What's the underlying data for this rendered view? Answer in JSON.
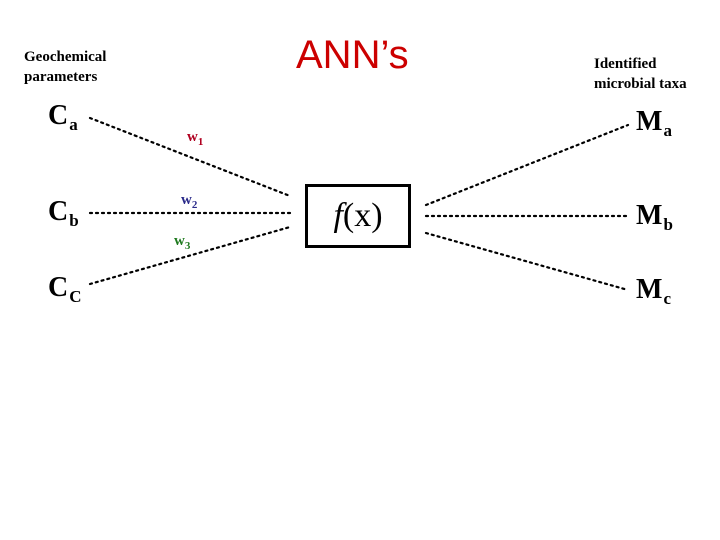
{
  "title": "ANN’s",
  "inputs_header": [
    "Geochemical",
    "parameters"
  ],
  "outputs_header": [
    "Identified",
    "microbial taxa"
  ],
  "inputs": [
    {
      "base": "C",
      "sub": "a"
    },
    {
      "base": "C",
      "sub": "b"
    },
    {
      "base": "C",
      "sub": "C"
    }
  ],
  "weights": [
    {
      "base": "w",
      "sub": "1",
      "color": "#b00020"
    },
    {
      "base": "w",
      "sub": "2",
      "color": "#2a2a8a"
    },
    {
      "base": "w",
      "sub": "3",
      "color": "#1f7a1f"
    }
  ],
  "function": {
    "f": "f",
    "arg": "(x)"
  },
  "outputs": [
    {
      "base": "M",
      "sub": "a"
    },
    {
      "base": "M",
      "sub": "b"
    },
    {
      "base": "M",
      "sub": "c"
    }
  ],
  "colors": {
    "title": "#cc0000",
    "lines": "#000000"
  }
}
